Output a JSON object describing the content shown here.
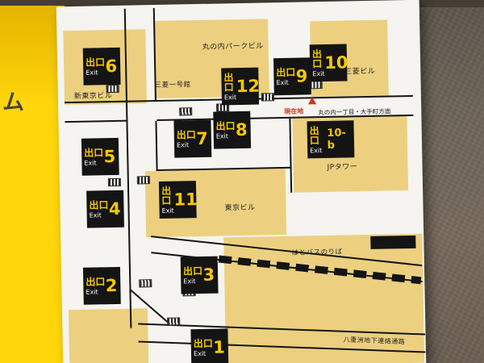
{
  "colors": {
    "signboard_yellow": "#ffd60b",
    "panel_white": "#f5f4f0",
    "building_tan": "#ecd080",
    "exit_sign_black": "#141414",
    "exit_text_yellow": "#f6c800",
    "marker_red": "#d6301c",
    "wall_brown": "#6e6459"
  },
  "left_strip": {
    "partial_text": "ム"
  },
  "map": {
    "exit_sign": {
      "kanji": "出口",
      "latin": "Exit"
    },
    "exits": [
      {
        "number": "6"
      },
      {
        "number": "12"
      },
      {
        "number": "9"
      },
      {
        "number": "10"
      },
      {
        "number": "7"
      },
      {
        "number": "8"
      },
      {
        "number": "10-b"
      },
      {
        "number": "5"
      },
      {
        "number": "11"
      },
      {
        "number": "4"
      },
      {
        "number": "3"
      },
      {
        "number": "2"
      },
      {
        "number": "1"
      }
    ],
    "buildings": [
      {
        "name": "丸の内パークビル"
      },
      {
        "name": "三菱ビル"
      },
      {
        "name": "新東京ビル"
      },
      {
        "name": "三菱一号館"
      },
      {
        "name": "JPタワー"
      },
      {
        "name": "東京ビル"
      },
      {
        "name": "はとバスのりば"
      },
      {
        "name": "八重洲地下連絡通路"
      }
    ],
    "marker": {
      "current_location": "現在地",
      "direction": "丸の内一丁目・大手町方面"
    }
  }
}
